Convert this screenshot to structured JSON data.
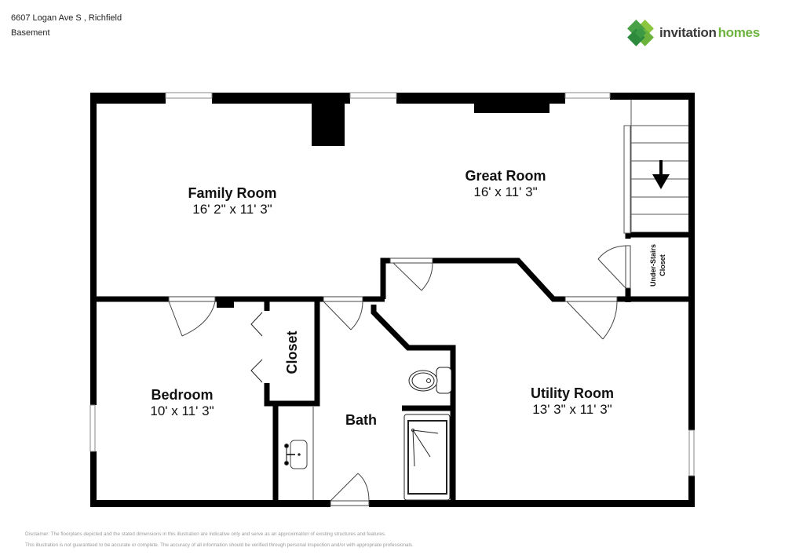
{
  "header": {
    "address": "6607 Logan Ave S , Richfield",
    "floor": "Basement"
  },
  "brand": {
    "logo_icon": "clover-diamond-icon",
    "name_part1": "invitation",
    "name_part2": "homes",
    "colors": {
      "dark": "#3a3a3a",
      "green": "#6cb33e",
      "green_dark": "#2e8b3e"
    }
  },
  "rooms": {
    "family_room": {
      "name": "Family Room",
      "dims": "16' 2\" x 11' 3\""
    },
    "great_room": {
      "name": "Great Room",
      "dims": "16' x 11' 3\""
    },
    "bedroom": {
      "name": "Bedroom",
      "dims": "10' x 11' 3\""
    },
    "closet": {
      "name": "Closet"
    },
    "bath": {
      "name": "Bath"
    },
    "utility_room": {
      "name": "Utility Room",
      "dims": "13' 3\" x 11' 3\""
    },
    "under_stairs_closet": {
      "line1": "Under-Stairs",
      "line2": "Closet"
    }
  },
  "stairs": {
    "direction": "down",
    "icon": "arrow-down-icon"
  },
  "disclaimer": {
    "line1": "Disclaimer: The floorplans depicted and the stated dimensions in this illustration are indicative only and serve as an approximation of existing structures and features.",
    "line2": "This illustration is not guaranteed to be accurate or complete. The accuracy of all information should be verified through personal inspection and/or with appropriate professionals."
  },
  "colors": {
    "wall": "#000000",
    "background": "#ffffff",
    "text_muted": "#9a9a9a"
  }
}
